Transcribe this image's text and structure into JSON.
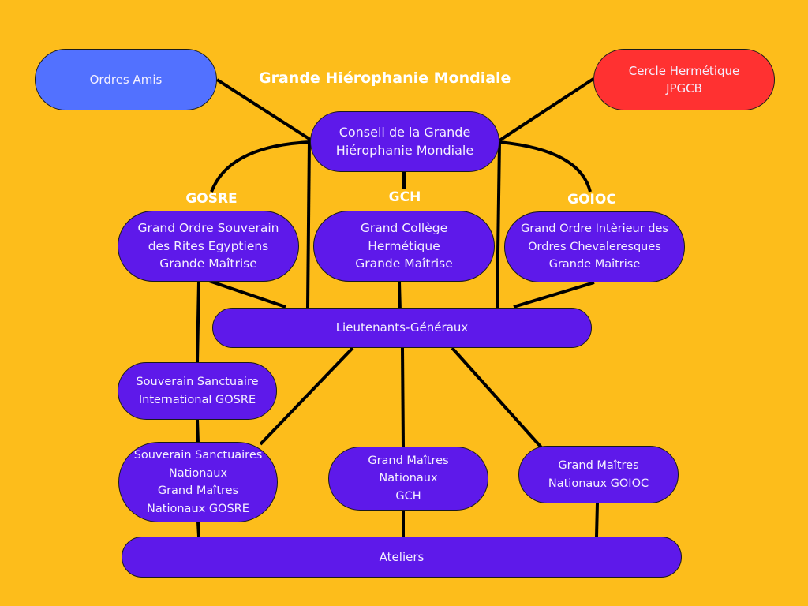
{
  "title": "Grande Hiérophanie Mondiale",
  "colors": {
    "background": "#FDBD1B",
    "node_primary": "#5E19EA",
    "node_friends": "#5271FF",
    "node_hermetic": "#FF3131",
    "connector": "#000000"
  },
  "nodes": {
    "ordres_amis": "Ordres Amis",
    "cercle_hermetique": "Cercle Hermétique\nJPGCB",
    "conseil": "Conseil de la Grande\nHiérophanie Mondiale",
    "gosre": "Grand Ordre Souverain\ndes Rites Egyptiens\nGrande Maîtrise",
    "gch": "Grand Collège\nHermétique\nGrande Maîtrise",
    "goioc": "Grand Ordre Intèrieur des\nOrdres Chevaleresques\nGrande Maîtrise",
    "lieutenants": "Lieutenants-Généraux",
    "sanctuaire_international": "Souverain Sanctuaire\nInternational GOSRE",
    "sanctuaires_nationaux": "Souverain Sanctuaires\nNationaux\nGrand Maîtres\nNationaux GOSRE",
    "gm_gch": "Grand Maîtres\nNationaux\nGCH",
    "gm_goioc": "Grand Maîtres\nNationaux GOIOC",
    "ateliers": "Ateliers"
  },
  "labels": {
    "gosre": "GOSRE",
    "gch": "GCH",
    "goioc": "GOIOC"
  }
}
